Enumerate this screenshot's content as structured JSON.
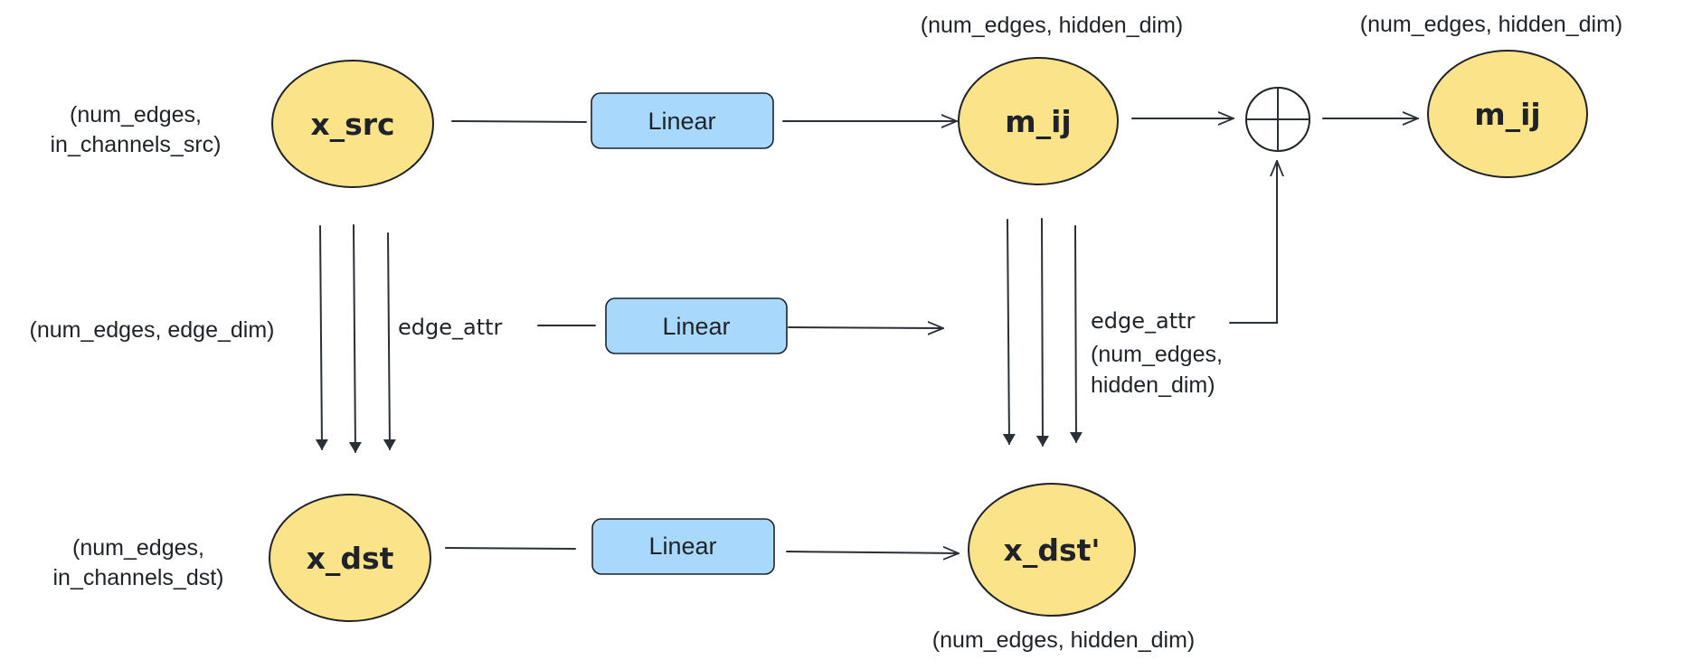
{
  "nodes": {
    "x_src": "x_src",
    "m_ij_1": "m_ij",
    "m_ij_2": "m_ij",
    "x_dst": "x_dst",
    "x_dst_prime": "x_dst'"
  },
  "ops": {
    "linear_src": "Linear",
    "linear_edge": "Linear",
    "linear_dst": "Linear"
  },
  "labels": {
    "src_dims": [
      "(num_edges,",
      "in_channels_src)"
    ],
    "edge_dims": "(num_edges, edge_dim)",
    "dst_dims": [
      "(num_edges,",
      "in_channels_dst)"
    ],
    "mij_dims_top": "(num_edges, hidden_dim)",
    "mij2_dims_top": "(num_edges, hidden_dim)",
    "dstp_dims_bottom": "(num_edges, hidden_dim)",
    "edge_attr_left": "edge_attr",
    "edge_attr_right": "edge_attr",
    "right_hidden_dims": [
      "(num_edges,",
      "hidden_dim)"
    ]
  },
  "colors": {
    "node_fill": "#fbe38a",
    "op_fill": "#a8d8fb",
    "stroke": "#1f2329"
  },
  "icons": {
    "sum": "circle-plus-icon"
  }
}
